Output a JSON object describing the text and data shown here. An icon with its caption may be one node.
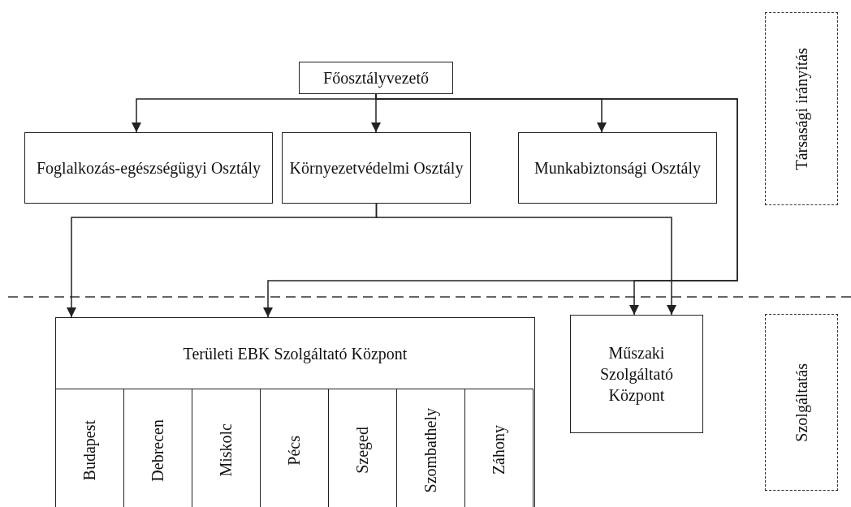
{
  "diagram": {
    "nodes": [
      {
        "text": [
          "Főosztályvezető"
        ]
      },
      {
        "text": [
          "Foglalkozás-egészségügyi Osztály"
        ]
      },
      {
        "text": [
          "Környezetvédelmi Osztály"
        ]
      },
      {
        "text": [
          "Munkabiztonsági Osztály"
        ]
      },
      {
        "text": [
          "Területi EBK Szolgáltató Központ"
        ]
      },
      {
        "text": [
          "Budapest"
        ],
        "in": 4
      },
      {
        "text": [
          "Debrecen"
        ],
        "in": 4
      },
      {
        "text": [
          "Miskolc"
        ],
        "in": 4
      },
      {
        "text": [
          "Pécs"
        ],
        "in": 4
      },
      {
        "text": [
          "Szeged"
        ],
        "in": 4
      },
      {
        "text": [
          "Szombathely"
        ],
        "in": 4
      },
      {
        "text": [
          "Záhony"
        ],
        "in": 4
      },
      {
        "text": [
          "Műszaki Szolgáltató Központ"
        ]
      },
      {
        "text": [
          "Társasági irányítás"
        ]
      },
      {
        "text": [
          "Szolgáltatás"
        ]
      }
    ],
    "edges": [
      {
        "from": 0,
        "to": 1,
        "arrow": "to"
      },
      {
        "from": 0,
        "to": 2,
        "arrow": "to"
      },
      {
        "from": 0,
        "to": 3,
        "arrow": "to"
      },
      {
        "from": 0,
        "to": 4,
        "arrow": "to"
      },
      {
        "from": 0,
        "to": 12,
        "arrow": "to"
      },
      {
        "from": 2,
        "to": 4,
        "arrow": "to"
      },
      {
        "from": 2,
        "to": 12,
        "arrow": "to"
      }
    ]
  }
}
